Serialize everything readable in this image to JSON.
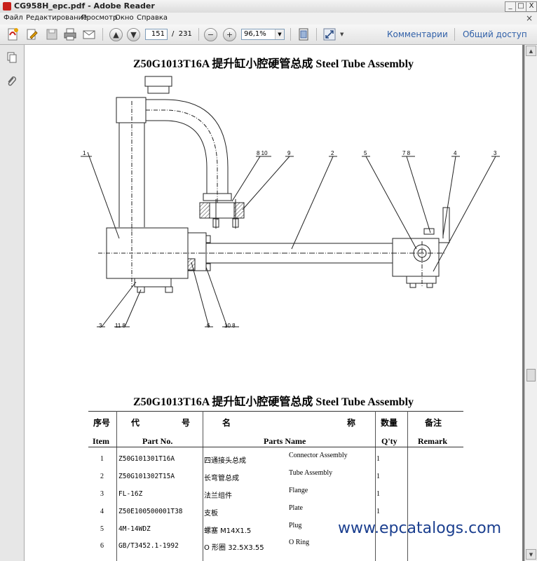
{
  "window": {
    "title": "CG958H_epc.pdf - Adobe Reader",
    "minimize": "_",
    "maximize": "□",
    "close": "X"
  },
  "menu": {
    "items": [
      "Файл",
      "Редактирование",
      "Просмотр",
      "Окно",
      "Справка"
    ],
    "close": "×"
  },
  "toolbar": {
    "current_page": "151",
    "page_separator": "/",
    "total_pages": "231",
    "zoom": "96,1%",
    "comments_label": "Комментарии",
    "share_label": "Общий доступ"
  },
  "document": {
    "drawing_title": "Z50G1013T16A 提升缸小腔硬管总成    Steel Tube Assembly",
    "table_title": "Z50G1013T16A 提升缸小腔硬管总成    Steel Tube Assembly",
    "callouts": {
      "c1": "1",
      "c8_10": "8  10",
      "c9": "9",
      "c2": "2",
      "c5": "5",
      "c7_8": "7  8",
      "c4": "4",
      "c3r": "3",
      "c3l": "3",
      "c11_8": "11  8",
      "c6": "6",
      "c10_8": "10  8"
    },
    "table": {
      "headers_cn": {
        "item": "序号",
        "part_1": "代",
        "part_2": "号",
        "name_1": "名",
        "name_2": "称",
        "qty": "数量",
        "remark": "备注"
      },
      "headers_en": {
        "item": "Item",
        "part": "Part No.",
        "name": "Parts Name",
        "qty": "Q'ty",
        "remark": "Remark"
      },
      "rows": [
        {
          "item": "1",
          "part": "Z50G101301T16A",
          "name_cn": "四通接头总成",
          "name_en": "Connector Assembly",
          "qty": "1"
        },
        {
          "item": "2",
          "part": "Z50G101302T15A",
          "name_cn": "长弯管总成",
          "name_en": "Tube Assembly",
          "qty": "1"
        },
        {
          "item": "3",
          "part": "FL-16Z",
          "name_cn": "法兰组件",
          "name_en": "Flange",
          "qty": "1"
        },
        {
          "item": "4",
          "part": "Z50E100500001T38",
          "name_cn": "支板",
          "name_en": "Plate",
          "qty": "1"
        },
        {
          "item": "5",
          "part": "4M-14WDZ",
          "name_cn": "螺塞 M14X1.5",
          "name_en": "Plug",
          "qty": ""
        },
        {
          "item": "6",
          "part": "GB/T3452.1-1992",
          "name_cn": "O 形圈 32.5X3.55",
          "name_en": "O Ring",
          "qty": ""
        }
      ]
    },
    "watermark": "www.epcatalogs.com"
  }
}
